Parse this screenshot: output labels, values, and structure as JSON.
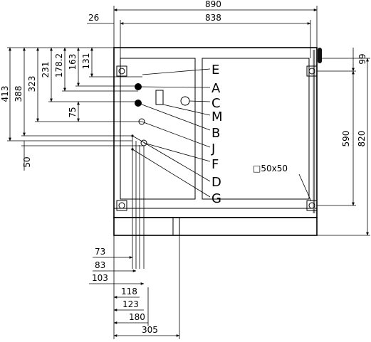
{
  "drawing": {
    "dimensions": {
      "top_total": "890",
      "top_inner": "838",
      "top_left_offset": "26",
      "left_1": "413",
      "left_2": "388",
      "left_3": "323",
      "left_4": "231",
      "left_5": "178.2",
      "left_6": "163",
      "left_7": "131",
      "left_8": "75",
      "left_9": "50",
      "right_1": "99",
      "right_2": "590",
      "right_3": "820",
      "bottom_1": "73",
      "bottom_2": "83",
      "bottom_3": "103",
      "bottom_4": "118",
      "bottom_5": "123",
      "bottom_6": "180",
      "bottom_7": "305",
      "hole_note": "□50x50"
    },
    "callouts": [
      "E",
      "A",
      "C",
      "M",
      "B",
      "J",
      "F",
      "D",
      "G"
    ]
  }
}
